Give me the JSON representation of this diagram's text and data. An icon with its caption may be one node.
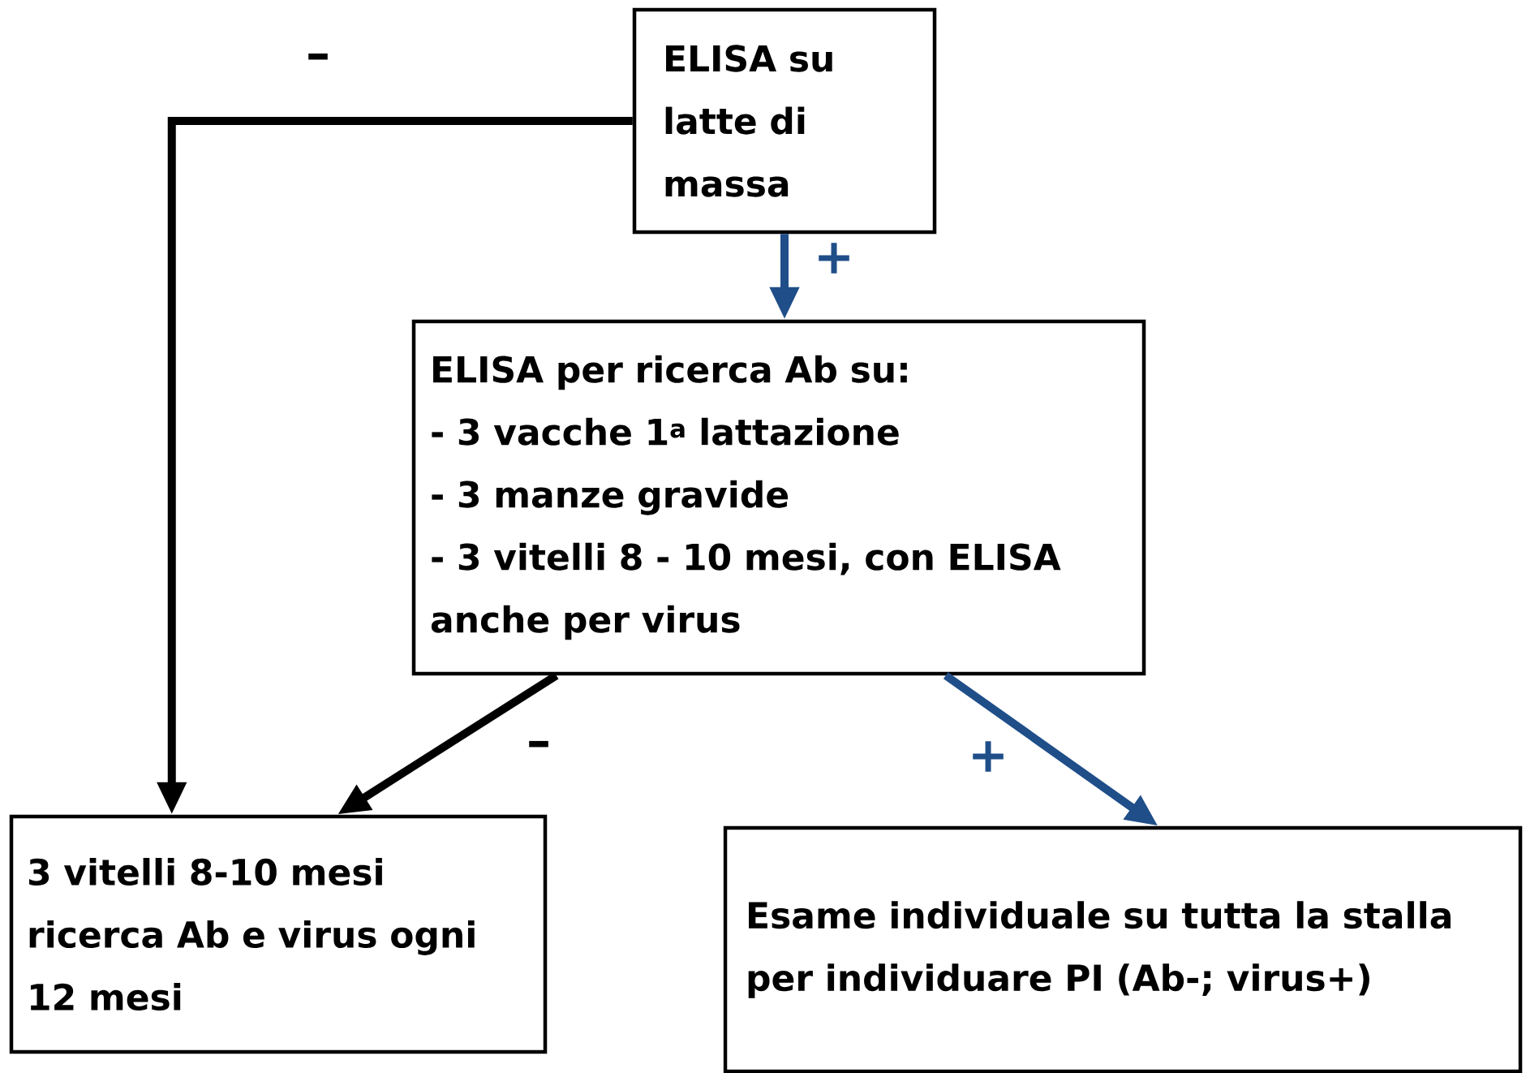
{
  "diagram": {
    "nodes": [
      {
        "text": [
          "ELISA su latte di massa"
        ]
      },
      {
        "text": [
          "ELISA per ricerca Ab su:",
          "- 3 vacche 1$^{a}$ lattazione",
          "- 3 manze gravide",
          "- 3 vitelli 8 - 10 mesi, con ELISA anche per virus"
        ]
      },
      {
        "text": [
          "3 vitelli 8-10 mesi ricerca Ab e virus ogni 12 mesi"
        ]
      },
      {
        "text": [
          "Esame individuale su tutta la stalla per individuare PI (Ab-; virus+)"
        ]
      }
    ],
    "edges": [
      {
        "from": 0,
        "to": 2,
        "arrow": "to",
        "label": "–"
      },
      {
        "from": 0,
        "to": 1,
        "arrow": "to",
        "label": "+",
        "color": "#1f4e89"
      },
      {
        "from": 1,
        "to": 2,
        "arrow": "to",
        "label": "–"
      },
      {
        "from": 1,
        "to": 3,
        "arrow": "to",
        "label": "+",
        "color": "#1f4e89"
      }
    ]
  }
}
